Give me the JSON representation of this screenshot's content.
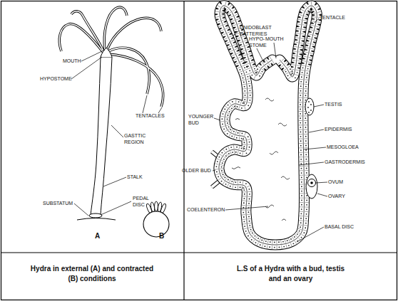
{
  "diagram": {
    "labels": [
      "MOUTH",
      "HYPOSTOME",
      "TENTACLES",
      "GASTTIC REGION",
      "STALK",
      "SUBSTATUM",
      "PEDAL DISC",
      "A",
      "B",
      "TENTACLE",
      "CNIDOBLAST BATTERIES",
      "HYPO- STOME",
      "MOUTH",
      "TESTIS",
      "YOUNGER BUD",
      "EPIDERMIS",
      "MESOGLOEA",
      "GASTRODERMIS",
      "OLDER BUD",
      "OVUM",
      "OVARY",
      "COELENTERON",
      "BASAL DISC",
      "Hydra in external (A) and contracted (B) conditions",
      "L.S of a Hydra with a bud, testis and an ovary"
    ]
  }
}
